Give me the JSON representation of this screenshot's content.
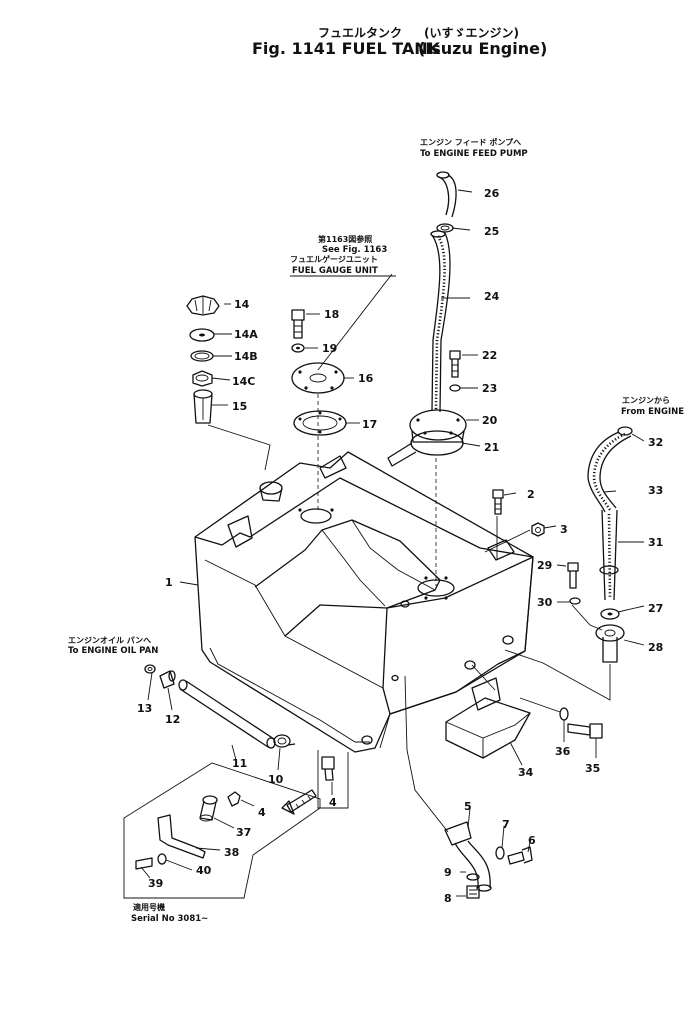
{
  "header": {
    "title_jp": "フュエルタンク",
    "title_en": "Fig. 1141  FUEL TANK",
    "engine_jp": "(いすゞエンジン)",
    "engine_en": "(Isuzu Engine)"
  },
  "notes": {
    "feed_pump_jp": "エンジン フィード ポンプへ",
    "feed_pump_en": "To ENGINE FEED PUMP",
    "gauge_ref_jp": "第1163図参照",
    "gauge_ref_en": "See Fig. 1163",
    "gauge_unit_jp": "フュエルゲージユニット",
    "gauge_unit_en": "FUEL GAUGE UNIT",
    "from_engine_jp": "エンジンから",
    "from_engine_en": "From ENGINE",
    "oil_pan_jp": "エンジンオイル パンへ",
    "oil_pan_en": "To ENGINE OIL PAN",
    "serial_jp": "適用号機",
    "serial_en": "Serial No  3081~"
  },
  "callouts": {
    "c1": "1",
    "c2": "2",
    "c3": "3",
    "c4a": "4",
    "c4b": "4",
    "c5": "5",
    "c6": "6",
    "c7": "7",
    "c8": "8",
    "c9": "9",
    "c10": "10",
    "c11": "11",
    "c12": "12",
    "c13": "13",
    "c14": "14",
    "c14a": "14A",
    "c14b": "14B",
    "c14c": "14C",
    "c15": "15",
    "c16": "16",
    "c17": "17",
    "c18": "18",
    "c19": "19",
    "c20": "20",
    "c21": "21",
    "c22": "22",
    "c23": "23",
    "c24": "24",
    "c25": "25",
    "c26": "26",
    "c27": "27",
    "c28": "28",
    "c29": "29",
    "c30": "30",
    "c31": "31",
    "c32": "32",
    "c33": "33",
    "c34": "34",
    "c35": "35",
    "c36": "36",
    "c37": "37",
    "c38": "38",
    "c39": "39",
    "c40": "40"
  }
}
